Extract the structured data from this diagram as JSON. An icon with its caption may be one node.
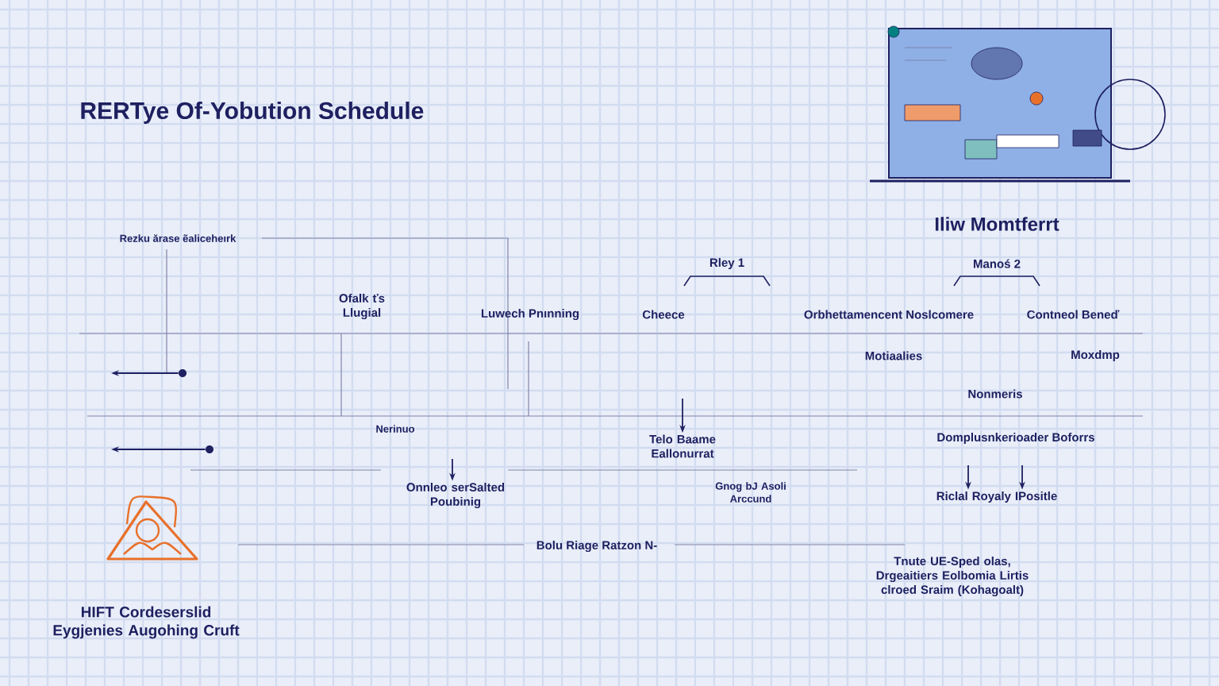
{
  "diagram": {
    "title": "RERTye Of-Yobution Schedule",
    "nodes": [
      {
        "text": [],
        "shape": "circle"
      },
      {
        "text": [],
        "shape": "circle"
      },
      {
        "text": [
          "Onnleo serSalted Poubinig"
        ]
      },
      {
        "text": [
          "Telo Baame Eallonurrat"
        ]
      },
      {
        "text": [
          "Riclal Royaly IPositle"
        ]
      }
    ],
    "edges": [
      {
        "from": 0,
        "to": null,
        "arrow": "to"
      },
      {
        "from": 1,
        "to": null,
        "arrow": "to"
      },
      {
        "from": null,
        "to": 2,
        "arrow": "to"
      },
      {
        "from": null,
        "to": 3,
        "arrow": "to"
      },
      {
        "from": null,
        "to": 4,
        "arrow": "to"
      },
      {
        "from": null,
        "to": 4,
        "arrow": "to"
      }
    ],
    "labels": [
      "Iliw Momtferrt",
      "Rezku ărase ẽaliceheırk",
      "Rley 1",
      "Manoś 2",
      "Ofalk ťs Llugial",
      "Luwech Pnınning",
      "Cheece",
      "Orbhettamencent Noslcomere",
      "Contneol Beneď",
      "Motiaalies",
      "Moxdmp",
      "Nonmeris",
      "Nerinuo",
      "Domplusnkerioader Boforrs",
      "Gnog bJ Asoli Arccund",
      "Bolu Riage Ratzon N-",
      "Tnute UE-Sped olas, Drgeaitiers Eolbomia Lirtis clroed Sraim (Kohagoalt)",
      "HIFT Cordeserslid Eygjenies Augohing Cruft"
    ]
  }
}
